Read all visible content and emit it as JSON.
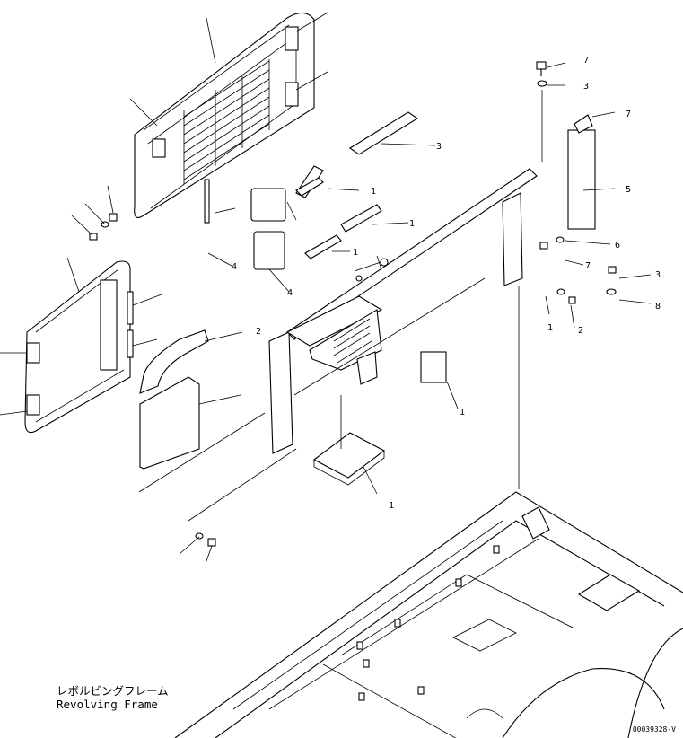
{
  "labels": {
    "caption_ja": "レボルビングフレーム",
    "caption_en": "Revolving Frame",
    "drawing_no": "00039328-V"
  },
  "callouts": [
    "7",
    "3",
    "7",
    "5",
    "6",
    "3",
    "7",
    "8",
    "3",
    "1",
    "1",
    "1",
    "2",
    "4",
    "4",
    "1",
    "1",
    "1",
    "2"
  ]
}
